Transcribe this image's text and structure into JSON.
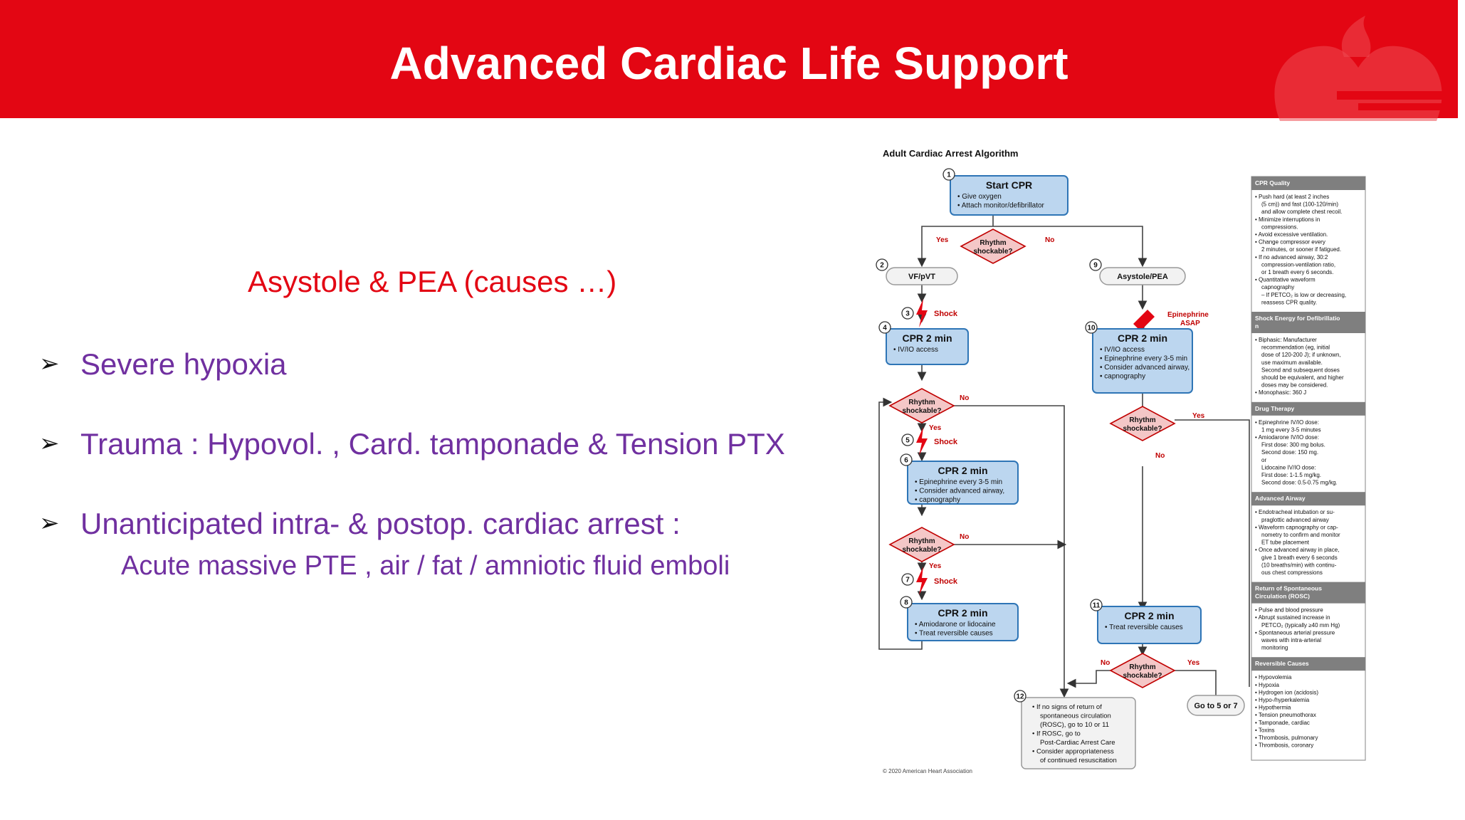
{
  "slide": {
    "title": "Advanced Cardiac Life Support",
    "subtitle": "Asystole & PEA  (causes …)",
    "bullets": [
      "Severe hypoxia",
      "Trauma : Hypovol. , Card. tamponade & Tension PTX",
      "Unanticipated intra- & postop. cardiac arrest :"
    ],
    "sub_bullet": "Acute massive PTE , air / fat / amniotic fluid emboli",
    "bullet_marker": "➢"
  },
  "colors": {
    "banner": "#e30613",
    "accent_text": "#7030a0",
    "box_fill": "#bcd6ef",
    "box_stroke": "#2e75b6",
    "diamond_fill": "#f4c7c7",
    "diamond_stroke": "#c00000",
    "sidebar_header": "#7f7f7f"
  },
  "algorithm": {
    "title": "Adult Cardiac Arrest Algorithm",
    "copyright": "© 2020 American Heart Association",
    "start": {
      "num": "1",
      "title": "Start CPR",
      "items": [
        "Give oxygen",
        "Attach monitor/defibrillator"
      ]
    },
    "decision_top": {
      "line1": "Rhythm",
      "line2": "shockable?",
      "yes": "Yes",
      "no": "No"
    },
    "vf": {
      "num": "2",
      "label": "VF/pVT"
    },
    "asys": {
      "num": "9",
      "label": "Asystole/PEA"
    },
    "shock1": {
      "num": "3",
      "label": "Shock"
    },
    "epi_asap": {
      "line1": "Epinephrine",
      "line2": "ASAP"
    },
    "cpr4": {
      "num": "4",
      "title": "CPR 2 min",
      "items": [
        "IV/IO access"
      ]
    },
    "cpr10": {
      "num": "10",
      "title": "CPR 2 min",
      "items": [
        "IV/IO access",
        "Epinephrine every 3-5 min",
        "Consider advanced airway,",
        "capnography"
      ]
    },
    "dec_l1": {
      "line1": "Rhythm",
      "line2": "shockable?",
      "yes": "Yes",
      "no": "No"
    },
    "dec_r1": {
      "line1": "Rhythm",
      "line2": "shockable?",
      "yes": "Yes",
      "no": "No"
    },
    "shock5": {
      "num": "5",
      "label": "Shock"
    },
    "cpr6": {
      "num": "6",
      "title": "CPR 2 min",
      "items": [
        "Epinephrine every 3-5 min",
        "Consider advanced airway,",
        "capnography"
      ]
    },
    "dec_l2": {
      "line1": "Rhythm",
      "line2": "shockable?",
      "yes": "Yes",
      "no": "No"
    },
    "shock7": {
      "num": "7",
      "label": "Shock"
    },
    "cpr8": {
      "num": "8",
      "title": "CPR 2 min",
      "items": [
        "Amiodarone or lidocaine",
        "Treat reversible causes"
      ]
    },
    "cpr11": {
      "num": "11",
      "title": "CPR 2 min",
      "items": [
        "Treat reversible causes"
      ]
    },
    "dec_r2": {
      "line1": "Rhythm",
      "line2": "shockable?",
      "yes": "Yes",
      "no": "No"
    },
    "goto": {
      "label": "Go to 5 or 7"
    },
    "box12": {
      "num": "12",
      "lines": [
        "• If no signs of return of",
        "spontaneous circulation",
        "(ROSC), go to 10 or 11",
        "• If ROSC, go to",
        "Post-Cardiac Arrest Care",
        "• Consider appropriateness",
        "of continued resuscitation"
      ]
    },
    "sidebar": [
      {
        "header": "CPR Quality",
        "lines": [
          "• Push hard (at least 2 inches",
          "(5 cm)) and fast (100-120/min)",
          "and allow complete chest recoil.",
          "• Minimize interruptions in",
          "compressions.",
          "• Avoid excessive ventilation.",
          "• Change compressor every",
          "2 minutes, or sooner if fatigued.",
          "• If no advanced airway, 30:2",
          "compression-ventilation ratio,",
          "or 1 breath every 6 seconds.",
          "• Quantitative waveform",
          "capnography",
          "– If PETCO₂ is low or decreasing,",
          "reassess CPR quality."
        ]
      },
      {
        "header": "Shock Energy for Defibrillation",
        "lines": [
          "• Biphasic: Manufacturer",
          "recommendation (eg, initial",
          "dose of 120-200 J); if unknown,",
          "use maximum available.",
          "Second and subsequent doses",
          "should be equivalent, and higher",
          "doses may be considered.",
          "• Monophasic: 360 J"
        ]
      },
      {
        "header": "Drug Therapy",
        "lines": [
          "• Epinephrine IV/IO dose:",
          "1 mg every 3-5 minutes",
          "• Amiodarone IV/IO dose:",
          "First dose: 300 mg bolus.",
          "Second dose: 150 mg.",
          "or",
          "Lidocaine IV/IO dose:",
          "First dose: 1-1.5 mg/kg.",
          "Second dose: 0.5-0.75 mg/kg."
        ]
      },
      {
        "header": "Advanced Airway",
        "lines": [
          "• Endotracheal intubation or su-",
          "praglottic advanced airway",
          "• Waveform capnography or cap-",
          "nometry to confirm and monitor",
          "ET tube placement",
          "• Once advanced airway in place,",
          "give 1 breath every 6 seconds",
          "(10 breaths/min) with continu-",
          "ous chest compressions"
        ]
      },
      {
        "header": "Return of Spontaneous Circulation (ROSC)",
        "lines": [
          "• Pulse and blood pressure",
          "• Abrupt sustained increase in",
          "PETCO₂ (typically ≥40 mm Hg)",
          "• Spontaneous arterial pressure",
          "waves with intra-arterial",
          "monitoring"
        ]
      },
      {
        "header": "Reversible Causes",
        "lines": [
          "• Hypovolemia",
          "• Hypoxia",
          "• Hydrogen ion (acidosis)",
          "• Hypo-/hyperkalemia",
          "• Hypothermia",
          "• Tension pneumothorax",
          "• Tamponade, cardiac",
          "• Toxins",
          "• Thrombosis, pulmonary",
          "• Thrombosis, coronary"
        ]
      }
    ]
  }
}
